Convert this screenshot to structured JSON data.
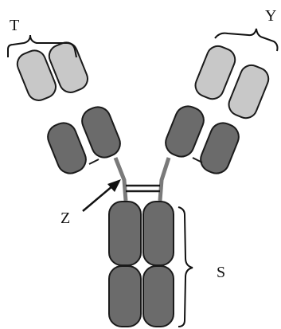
{
  "labels": {
    "t": "T",
    "y": "Y",
    "z": "Z",
    "s": "S"
  },
  "colors": {
    "dark_domain": "#6b6b6b",
    "light_domain": "#c8c8c8",
    "outline": "#1a1a1a",
    "hinge": "#7a7a7a",
    "bracket": "#111111"
  }
}
